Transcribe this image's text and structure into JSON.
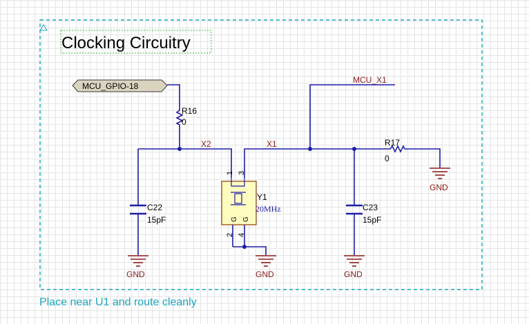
{
  "sheet": {
    "title": "Clocking Circuitry",
    "note": "Place near U1 and route cleanly",
    "colors": {
      "wire": "#1c1ca8",
      "border": "#1ba7c0",
      "part_body": "#fffcc0",
      "part_outline": "#8a3a00",
      "power": "#8b1a1a",
      "net_label": "#8b1a1a",
      "title_box": "#3cb43c"
    }
  },
  "ports": {
    "gpio18": {
      "label": "MCU_GPIO-18"
    }
  },
  "nets": {
    "mcu_x1": "MCU_X1",
    "x2": "X2",
    "x1": "X1"
  },
  "components": {
    "r16": {
      "designator": "R16",
      "value": "0"
    },
    "r17": {
      "designator": "R17",
      "value": "0"
    },
    "c22": {
      "designator": "C22",
      "value": "15pF"
    },
    "c23": {
      "designator": "C23",
      "value": "15pF"
    },
    "y1": {
      "designator": "Y1",
      "value": "20MHz",
      "pins": {
        "p1": "1",
        "p2": "2",
        "p3": "3",
        "p4": "4"
      },
      "gnd_marks": {
        "left": "G",
        "right": "G"
      }
    }
  },
  "power": {
    "gnd_c22": "GND",
    "gnd_y1": "GND",
    "gnd_c23": "GND",
    "gnd_r17": "GND"
  }
}
